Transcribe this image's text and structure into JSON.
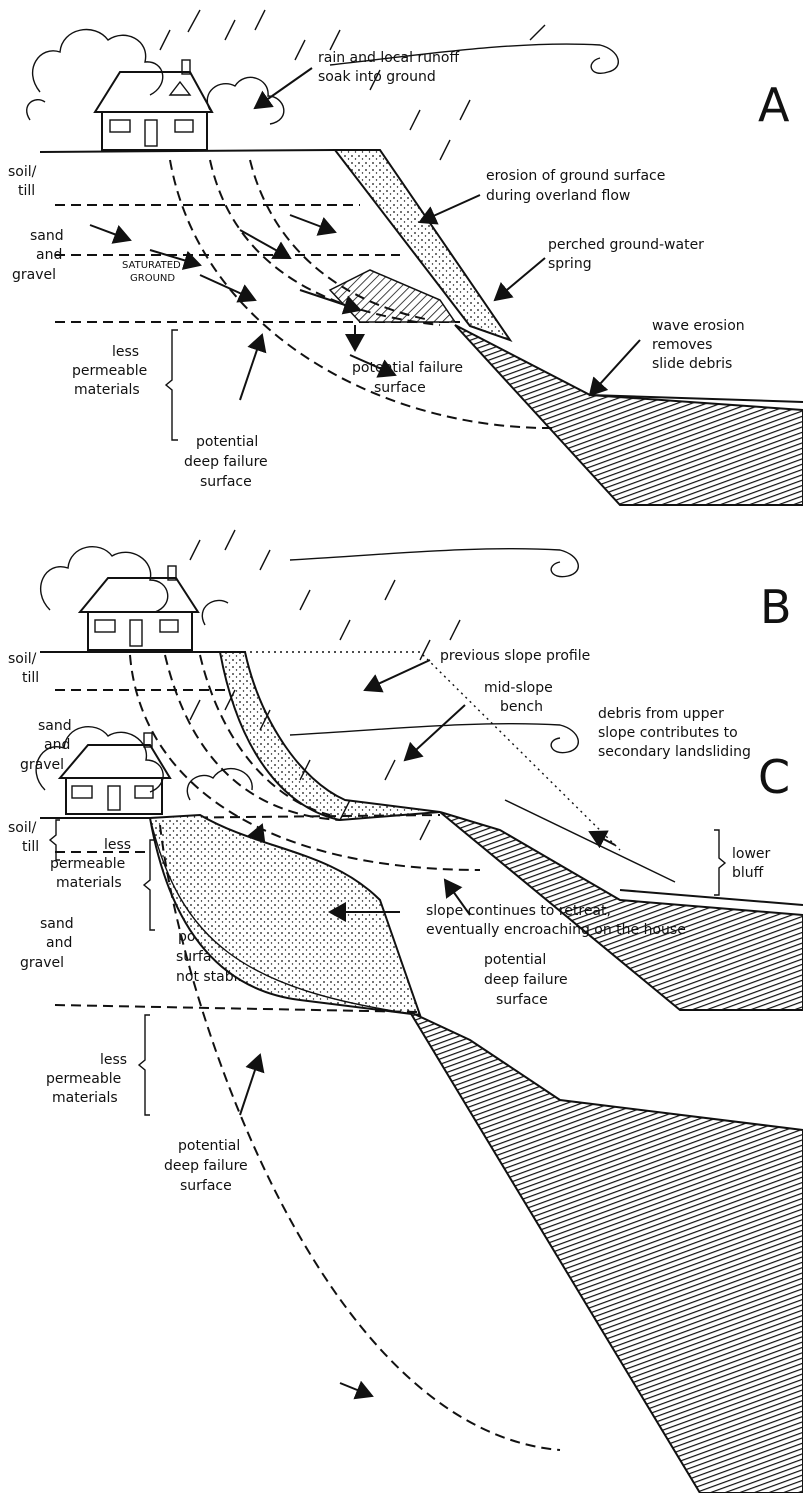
{
  "panels": [
    {
      "letter": "A",
      "labels": {
        "rain": [
          "rain and local runoff",
          "soak into ground"
        ],
        "soil": [
          "soil/",
          "till"
        ],
        "sand": [
          "sand",
          "and",
          "gravel"
        ],
        "saturated": [
          "SATURATED",
          "GROUND"
        ],
        "less": [
          "less",
          "permeable",
          "materials"
        ],
        "deep": [
          "potential",
          "deep failure",
          "surface"
        ],
        "failure": [
          "potential failure",
          "surface"
        ],
        "erosion": [
          "erosion of ground surface",
          "during overland flow"
        ],
        "spring": [
          "perched ground-water",
          "spring"
        ],
        "wave": [
          "wave erosion",
          "removes",
          "slide debris"
        ]
      }
    },
    {
      "letter": "B",
      "labels": {
        "soil": [
          "soil/",
          "till"
        ],
        "sand": [
          "sand",
          "and",
          "gravel"
        ],
        "less": [
          "less",
          "permeable",
          "materials"
        ],
        "previous": [
          "previous slope profile"
        ],
        "bench": [
          "mid-slope",
          "bench"
        ],
        "debris": [
          "debris from upper",
          "slope contributes to",
          "secondary landsliding"
        ],
        "lower": [
          "lower",
          "bluff"
        ],
        "failure_if": [
          "potential failure",
          "surfaces if ground",
          "not stabilized"
        ],
        "deep": [
          "potential",
          "deep failure",
          "surface"
        ]
      }
    },
    {
      "letter": "C",
      "labels": {
        "soil": [
          "soil/",
          "till"
        ],
        "sand": [
          "sand",
          "and",
          "gravel"
        ],
        "less": [
          "less",
          "permeable",
          "materials"
        ],
        "retreat": [
          "slope continues to retreat,",
          "eventually encroaching on the house"
        ],
        "deep": [
          "potential",
          "deep failure",
          "surface"
        ]
      }
    }
  ]
}
